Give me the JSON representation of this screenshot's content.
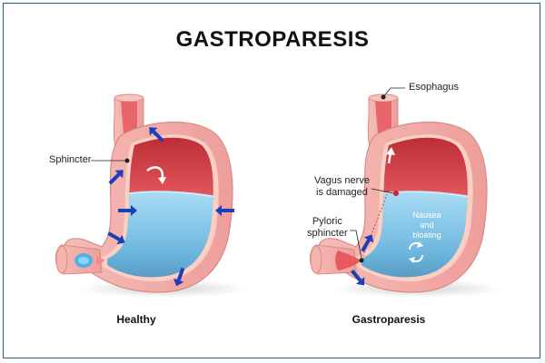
{
  "title": "GASTROPARESIS",
  "panels": {
    "healthy": {
      "caption": "Healthy",
      "sphincter_label": "Sphincter"
    },
    "gastroparesis": {
      "caption": "Gastroparesis",
      "esophagus_label": "Esophagus",
      "vagus_label_line1": "Vagus nerve",
      "vagus_label_line2": "is damaged",
      "pyloric_label_line1": "Pyloric",
      "pyloric_label_line2": "sphincter",
      "symptom_line1": "Nausea",
      "symptom_line2": "and",
      "symptom_line3": "bloating"
    }
  },
  "colors": {
    "outer_wall": "#f2a9a6",
    "inner_wall": "#f9cdbf",
    "cavity_top": "#d9474f",
    "fluid": "#7fc3e6",
    "arrow": "#1a3fb8",
    "frame": "#1d5f88"
  }
}
